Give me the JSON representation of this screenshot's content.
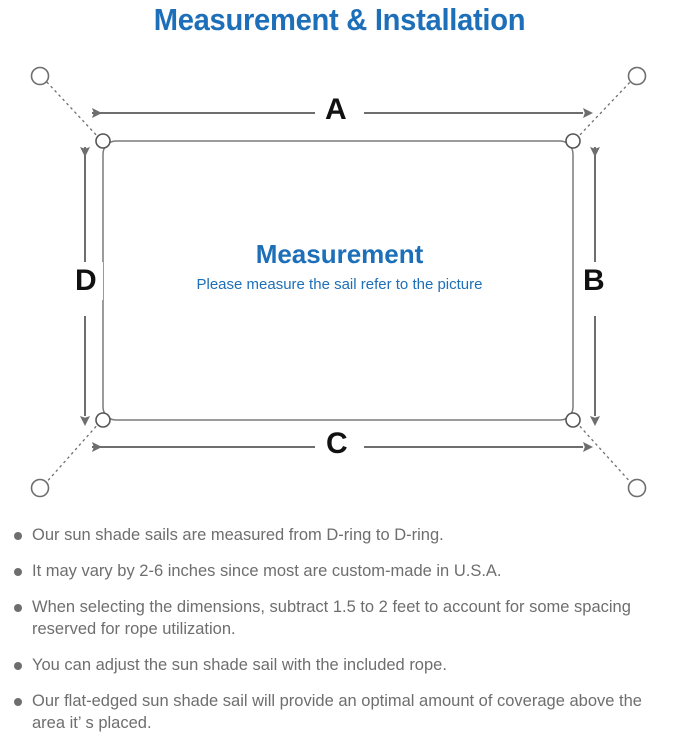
{
  "page": {
    "title": "Measurement & Installation",
    "title_color": "#1c6fb8",
    "background": "#ffffff"
  },
  "diagram": {
    "name": "sun-shade-sail-measurement-diagram",
    "center_title": "Measurement",
    "center_subtitle": "Please measure the sail refer to the picture",
    "center_text_color": "#1c6fb8",
    "sail_outline_color": "#7a7a7a",
    "arrow_color": "#6e6e6e",
    "anchor_line_style": "dotted",
    "dimension_labels": {
      "top": "A",
      "right": "B",
      "bottom": "C",
      "left": "D"
    },
    "dimension_label_color": "#111111",
    "d_ring_count": 4,
    "anchor_point_count": 4
  },
  "notes": [
    {
      "text": "Our sun shade sails are measured from D-ring to D-ring."
    },
    {
      "text": "It may vary by 2-6 inches since most are custom-made in U.S.A."
    },
    {
      "text": "When selecting the dimensions, subtract 1.5 to 2 feet to account for some spacing reserved for rope utilization."
    },
    {
      "text": "You can adjust the sun shade sail with the included rope."
    },
    {
      "text": "Our flat-edged sun shade sail will provide an optimal amount of coverage above the area it’ s placed."
    }
  ],
  "notes_color": "#6e6e6e"
}
